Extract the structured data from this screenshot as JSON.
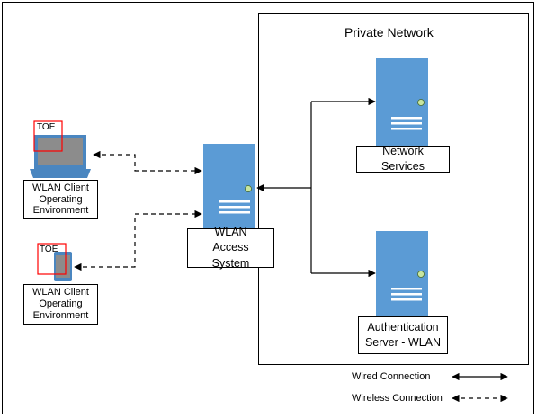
{
  "title": "Private Network",
  "nodes": {
    "network_services": "Network Services",
    "wlan_access_system": "WLAN Access System",
    "authentication_server": "Authentication Server - WLAN",
    "client_laptop": "WLAN Client Operating Environment",
    "client_phone": "WLAN Client Operating Environment"
  },
  "toe_laptop": "TOE",
  "toe_phone": "TOE",
  "legend": {
    "wired": "Wired Connection",
    "wireless": "Wireless Connection"
  },
  "colors": {
    "server_blue": "#5b9bd5",
    "server_dark": "#4a86c0",
    "toe_box": "#ff0000",
    "screen_gray": "#8c8c8c"
  }
}
